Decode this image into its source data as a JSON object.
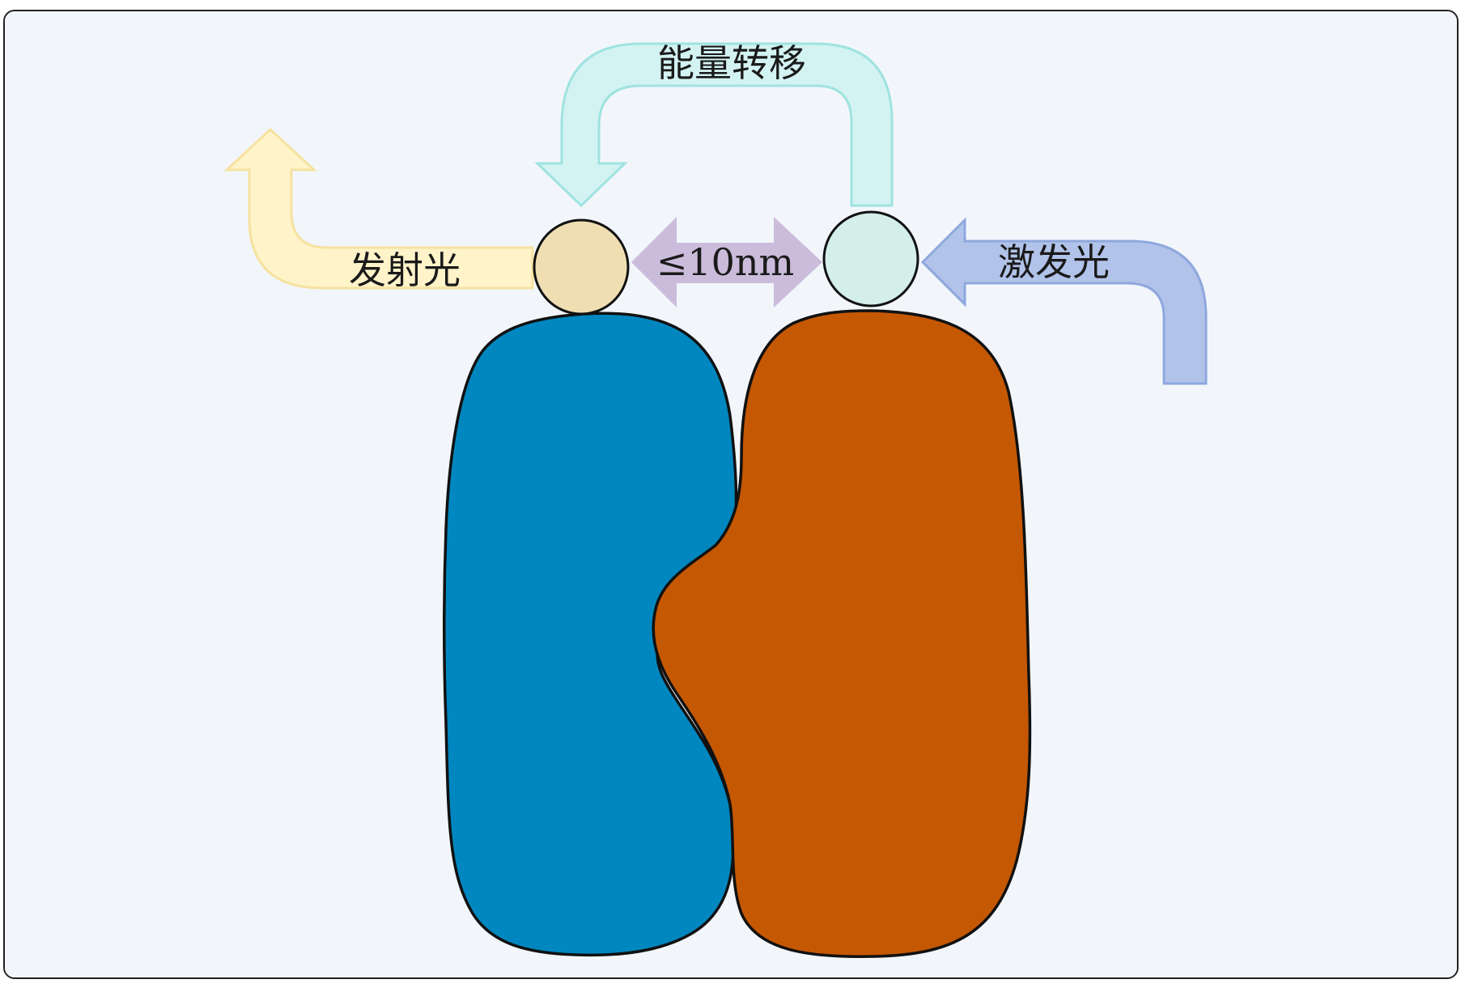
{
  "labels": {
    "energy_transfer": "能量转移",
    "emission": "发射光",
    "distance": "≤10nm",
    "excitation": "激发光"
  },
  "colors": {
    "background": "#f2f6fb",
    "donor_protein": "#0087bf",
    "acceptor_protein": "#c55803",
    "donor_fluorophore": "#efdeb2",
    "acceptor_fluorophore": "#d4eee9",
    "emission_arrow": "#fff3c9",
    "transfer_arrow": "#d3f3f2",
    "distance_arrow": "#cbbcdb",
    "excitation_arrow": "#b2c3ea"
  }
}
